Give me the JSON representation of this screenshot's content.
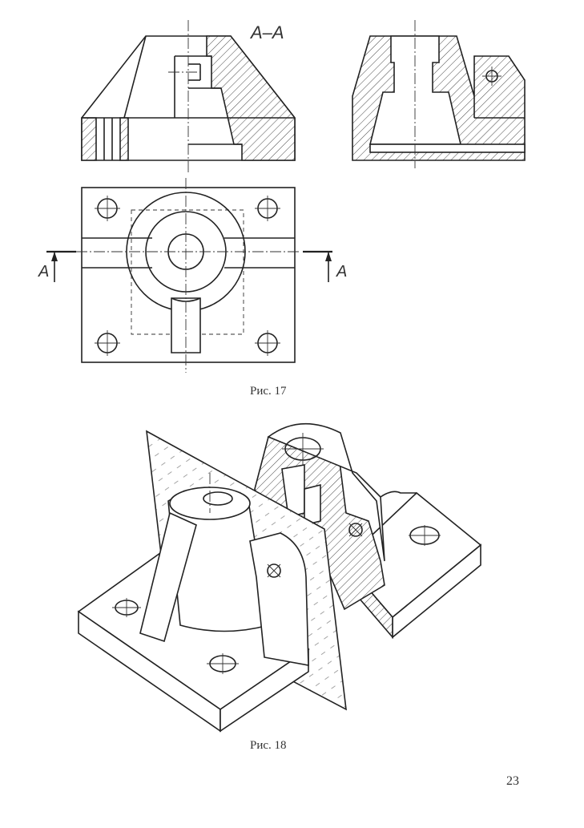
{
  "figures": {
    "fig17": {
      "caption": "Рис. 17",
      "section_label": "A–A",
      "cut_left_letter": "A",
      "cut_right_letter": "A"
    },
    "fig18": {
      "caption": "Рис. 18"
    }
  },
  "page_number": "23"
}
